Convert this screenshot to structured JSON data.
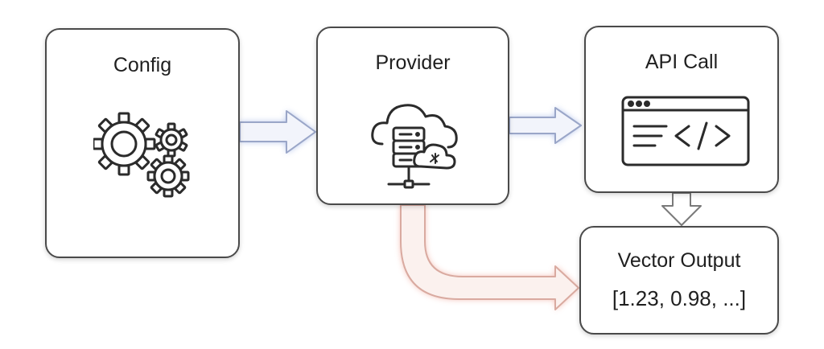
{
  "nodes": {
    "config": {
      "title": "Config",
      "icon": "gears-icon"
    },
    "provider": {
      "title": "Provider",
      "icon": "cloud-server-icon"
    },
    "api_call": {
      "title": "API Call",
      "icon": "code-window-icon"
    },
    "vector_output": {
      "title": "Vector Output",
      "value": "[1.23, 0.98, ...]"
    }
  },
  "edges": [
    {
      "from": "config",
      "to": "provider",
      "color": "#8ea4e0"
    },
    {
      "from": "provider",
      "to": "api_call",
      "color": "#8ea4e0"
    },
    {
      "from": "api_call",
      "to": "vector_output",
      "color": "#8a8a8a"
    },
    {
      "from": "provider",
      "to": "vector_output",
      "color": "#ee9a8a"
    }
  ],
  "colors": {
    "border": "#4a4a4a",
    "blue_glow": "#8ea4e0",
    "red_glow": "#ee9a8a"
  }
}
